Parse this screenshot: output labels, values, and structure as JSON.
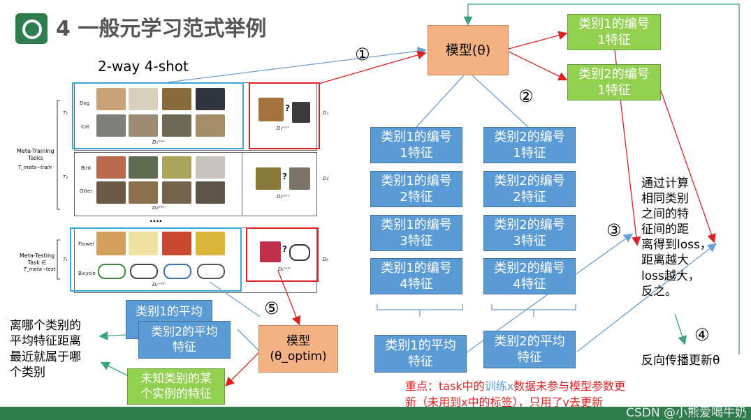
{
  "header": {
    "title": "4 一般元学习范式举例",
    "subtitle": "2-way 4-shot"
  },
  "figure": {
    "meta_training_label": "Meta-Training\nTasks",
    "meta_training_sym": "T_meta−train",
    "meta_testing_label": "Meta-Testing\nTask ∈",
    "meta_testing_sym": "T_meta−test",
    "t1": "T₁",
    "t2": "T₂",
    "tk": "Tₖ",
    "d1": "D₁",
    "d2": "D₂",
    "dk": "Dₖ",
    "dog": "Dog",
    "cat": "Cat",
    "bird": "Bird",
    "otter": "Otter",
    "flower": "Flower",
    "bicycle": "Bicycle",
    "d1_train": "D₁ᵗʳᵃⁱⁿ",
    "d1_test": "D₁ᵗᵉˢᵗ",
    "d2_train": "D₂ᵗʳᵃⁱⁿ",
    "d2_test": "D₂ᵗᵉˢᵗ",
    "dk_train": "Dₖᵗʳᵃⁱⁿ",
    "dk_test": "Dₖᵗᵉˢᵗ",
    "dots": "....",
    "question": "?"
  },
  "nodes": {
    "model_top": "模型(θ)",
    "g_c1": "类别1的编号\n1特征",
    "g_c2": "类别2的编号\n1特征",
    "left_col": [
      "类别1的编号\n1特征",
      "类别1的编号\n2特征",
      "类别1的编号\n3特征",
      "类别1的编号\n4特征"
    ],
    "right_col": [
      "类别2的编号\n1特征",
      "类别2的编号\n2特征",
      "类别2的编号\n3特征",
      "类别2的编号\n4特征"
    ],
    "avg_c1": "类别1的平均\n特征",
    "avg_c2": "类别2的平均\n特征",
    "avg_c1_small": "类别1的平均\n特征",
    "avg_c2_small": "类别2的平均\n特征",
    "model_optim": "模型\n(θ_optim)",
    "unknown": "未知类别的某\n个实例的特征"
  },
  "annotations": {
    "step1": "①",
    "step2": "②",
    "step3": "③",
    "step4": "④",
    "step5": "⑤",
    "distance": "通过计算\n相同类别\n之间的特\n征间的距\n离得到loss，\n距离越大\nloss越大，\n反之。",
    "backprop": "反向传播更新θ",
    "classify": "离哪个类别的\n平均特征距离\n最近就属于哪\n个类别",
    "note_prefix": "重点：task中的",
    "note_highlight": "训练x",
    "note_suffix": "数据未参与模型参数更\n新（未用到x中的标签），只用了y去更新"
  },
  "watermark": "CSDN @小熊爱喝牛奶",
  "colors": {
    "blue": "#5b9bd5",
    "green": "#92d050",
    "orange": "#f4b183",
    "arrow_red": "#e02020",
    "arrow_blue": "#6a9fd4",
    "arrow_green": "#3aa37a",
    "note_red": "#e02020",
    "note_blue": "#5b9bd5",
    "logo": "#2e7d4f"
  }
}
